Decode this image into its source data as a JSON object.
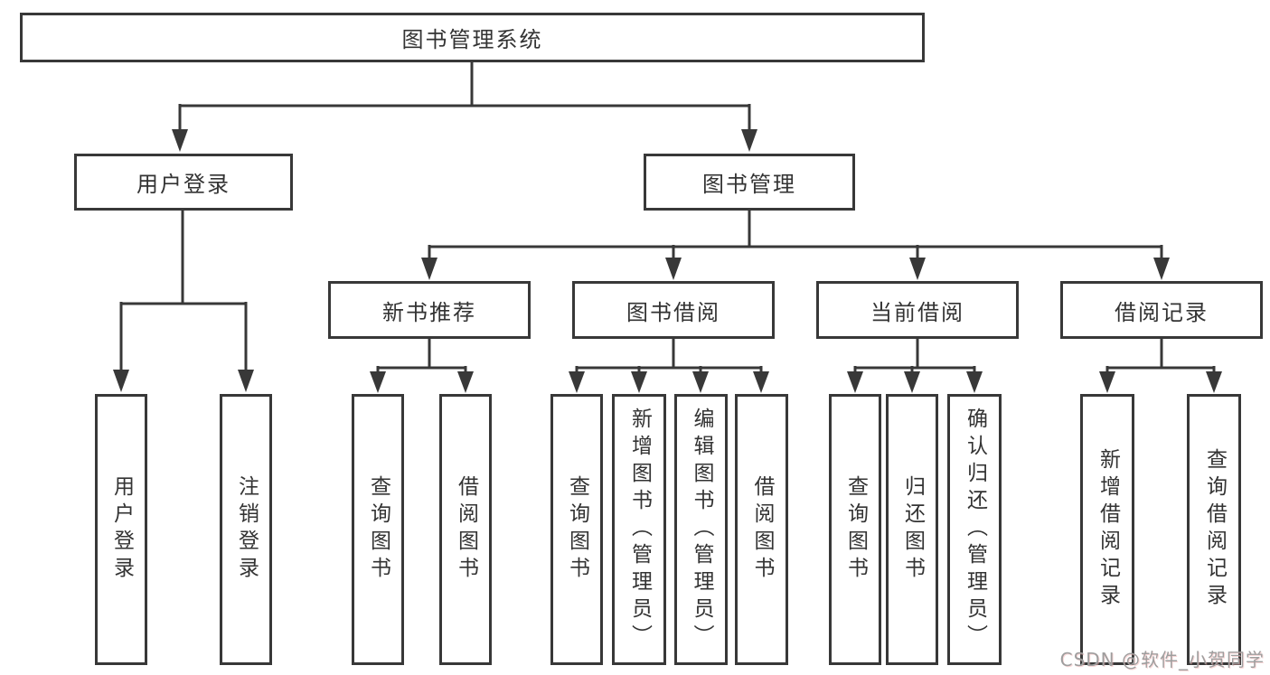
{
  "diagram": {
    "root": {
      "label": "图书管理系统"
    },
    "branches": [
      {
        "label": "用户登录",
        "children": [
          "用户登录",
          "注销登录"
        ]
      },
      {
        "label": "图书管理"
      }
    ],
    "modules": [
      {
        "label": "新书推荐",
        "children": [
          "查询图书",
          "借阅图书"
        ]
      },
      {
        "label": "图书借阅",
        "children": [
          "查询图书",
          "新增图书（管理员）",
          "编辑图书（管理员）",
          "借阅图书"
        ]
      },
      {
        "label": "当前借阅",
        "children": [
          "查询图书",
          "归还图书",
          "确认归还（管理员）"
        ]
      },
      {
        "label": "借阅记录",
        "children": [
          "新增借阅记录",
          "查询借阅记录"
        ]
      }
    ]
  },
  "watermark": {
    "text": "CSDN @软件_小贺同学"
  },
  "colors": {
    "line": "#383838",
    "text": "#333333",
    "background": "#ffffff",
    "watermark": "#9e9e9e"
  }
}
